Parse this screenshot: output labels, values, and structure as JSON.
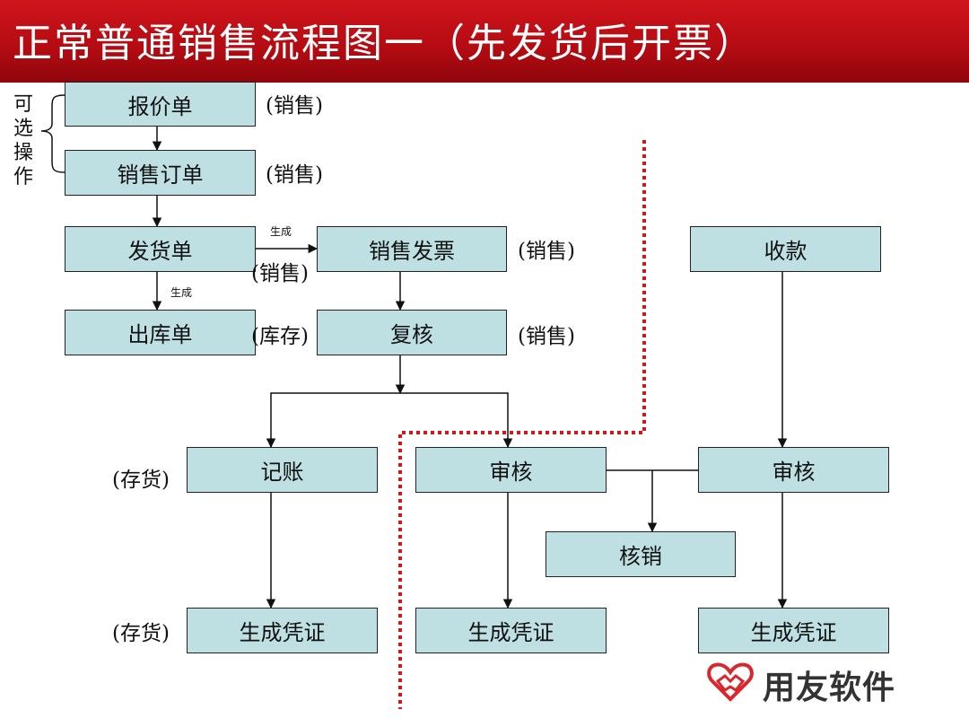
{
  "title": "正常普通销售流程图一（先发货后开票）",
  "optional_label": "可选操作",
  "boxes": {
    "quote": "报价单",
    "sales_order": "销售订单",
    "delivery_note": "发货单",
    "sales_invoice": "销售发票",
    "collection": "收款",
    "outbound": "出库单",
    "recheck": "复核",
    "posting": "记账",
    "audit_mid": "审核",
    "audit_right": "审核",
    "writeoff": "核销",
    "voucher_left": "生成凭证",
    "voucher_mid": "生成凭证",
    "voucher_right": "生成凭证"
  },
  "notes": {
    "quote": "(销售)",
    "sales_order": "(销售)",
    "delivery_note": "(销售)",
    "sales_invoice": "(销售)",
    "outbound": "(库存)",
    "recheck": "(销售)",
    "posting": "(存货)",
    "voucher_left": "(存货)"
  },
  "edge_labels": {
    "generate_invoice": "生成",
    "generate_outbound": "生成"
  },
  "logo": {
    "text": "用友软件",
    "color": "#d9272e"
  },
  "colors": {
    "header": "#c00d14",
    "box_fill": "#bfe0e3",
    "divider": "#d8141c"
  }
}
